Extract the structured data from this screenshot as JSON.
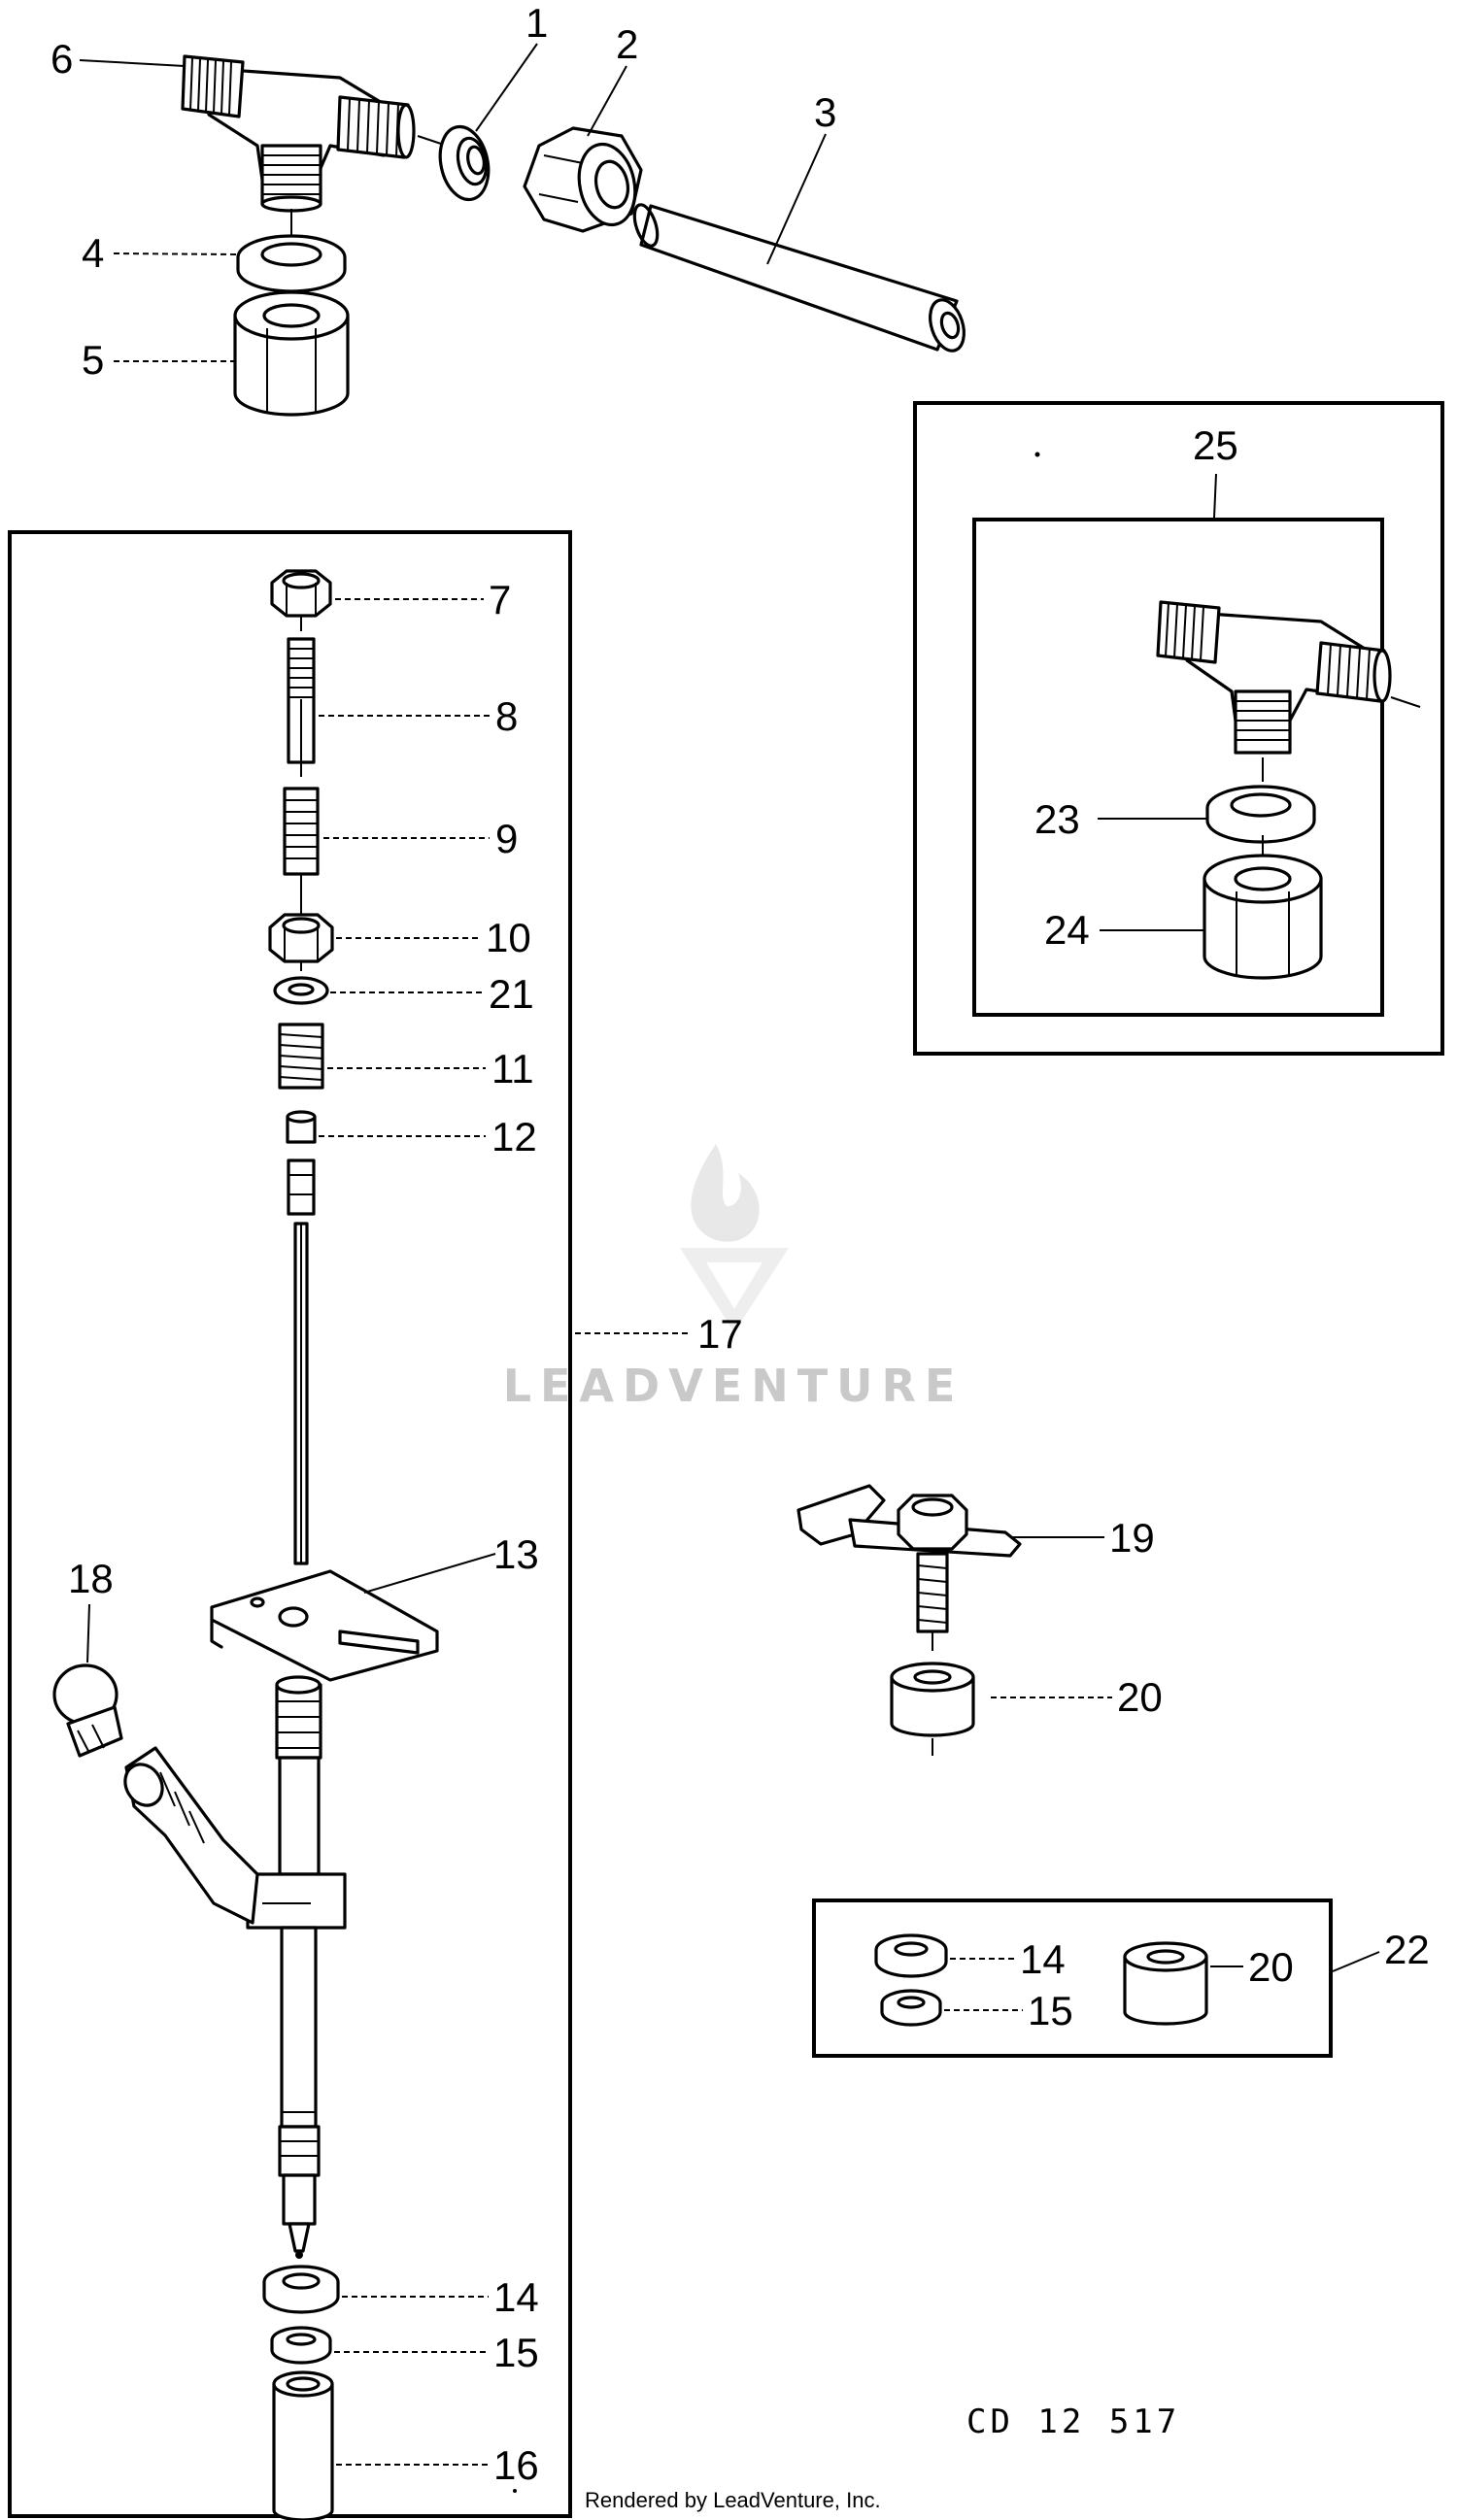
{
  "diagram": {
    "callouts": {
      "c1": "1",
      "c2": "2",
      "c3": "3",
      "c4": "4",
      "c5": "5",
      "c6": "6",
      "c7": "7",
      "c8": "8",
      "c9": "9",
      "c10": "10",
      "c11": "11",
      "c12": "12",
      "c13": "13",
      "c14": "14",
      "c15": "15",
      "c16": "16",
      "c17": "17",
      "c18": "18",
      "c19": "19",
      "c20": "20",
      "c21": "21",
      "c22": "22",
      "c23": "23",
      "c24": "24",
      "c25": "25",
      "c14b": "14",
      "c15b": "15",
      "c20b": "20"
    },
    "drawing_code": "CD 12 517",
    "footer": "Rendered by LeadVenture, Inc.",
    "watermark": "LEADVENTURE"
  }
}
